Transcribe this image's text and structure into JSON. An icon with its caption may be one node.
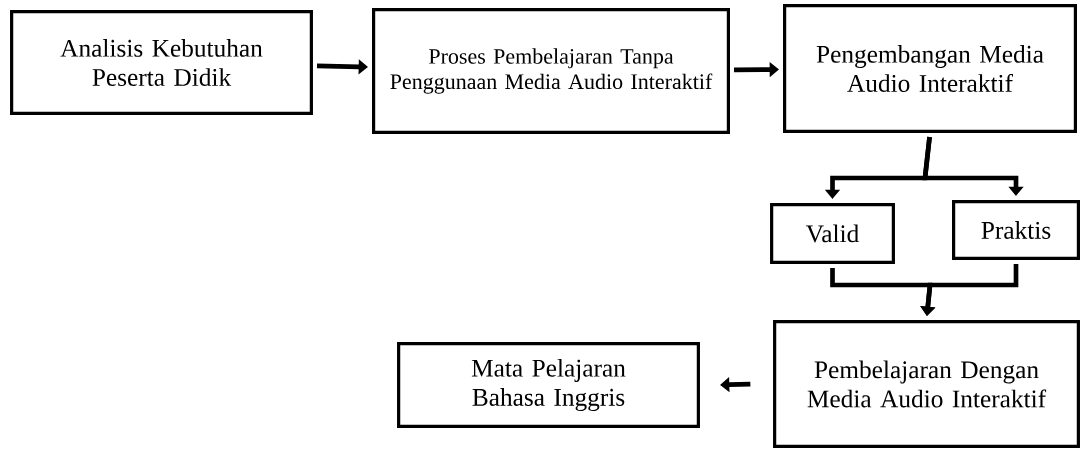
{
  "diagram": {
    "nodes": [
      {
        "text": [
          "Analisis Kebutuhan Peserta Didik"
        ]
      },
      {
        "text": [
          "Proses Pembelajaran Tanpa Penggunaan Media Audio Interaktif"
        ]
      },
      {
        "text": [
          "Pengembangan Media Audio Interaktif"
        ]
      },
      {
        "text": [
          "Valid"
        ]
      },
      {
        "text": [
          "Praktis"
        ]
      },
      {
        "text": [
          "Pembelajaran Dengan Media Audio Interaktif"
        ]
      },
      {
        "text": [
          "Mata Pelajaran Bahasa Inggris"
        ]
      }
    ],
    "edges": [
      {
        "from": 0,
        "to": 1,
        "arrow": "to"
      },
      {
        "from": 1,
        "to": 2,
        "arrow": "to"
      },
      {
        "from": 2,
        "to": 3,
        "arrow": "to"
      },
      {
        "from": 2,
        "to": 4,
        "arrow": "to"
      },
      {
        "from": 3,
        "to": 5,
        "arrow": "to"
      },
      {
        "from": 4,
        "to": 5,
        "arrow": "to"
      },
      {
        "from": 5,
        "to": 6,
        "arrow": "to"
      }
    ]
  }
}
